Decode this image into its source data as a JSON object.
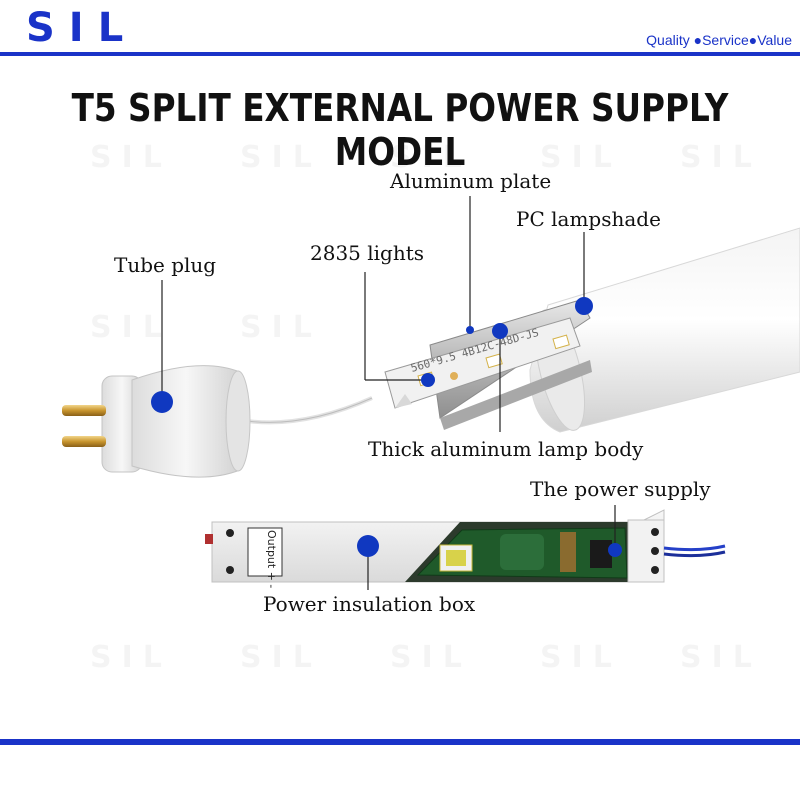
{
  "header": {
    "logo": "SIL",
    "tagline": "Quality ●Service●Value"
  },
  "title": "T5 SPLIT EXTERNAL POWER SUPPLY MODEL",
  "watermark": "SIL",
  "labels": {
    "aluminum_plate": "Aluminum plate",
    "pc_lampshade": "PC lampshade",
    "lights_2835": "2835 lights",
    "tube_plug": "Tube plug",
    "thick_aluminum_body": "Thick aluminum lamp body",
    "power_supply": "The power supply",
    "insulation_box": "Power insulation box"
  },
  "component_text": {
    "strip_print": "560*9.5 4B12C-48D-JS",
    "box_print": "Output + -"
  },
  "colors": {
    "brand_blue": "#1a33c8",
    "marker_blue": "#1038c0"
  }
}
